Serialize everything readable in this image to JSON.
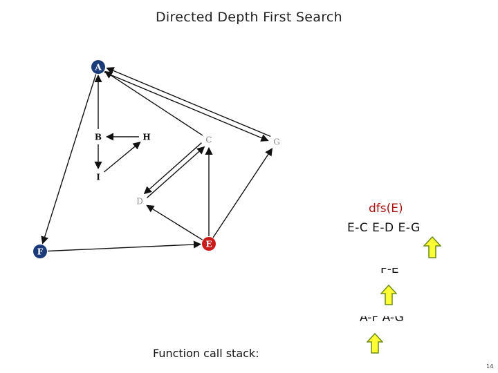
{
  "title": "Directed Depth First Search",
  "nodes": [
    {
      "id": "A",
      "label": "A",
      "state": "finished"
    },
    {
      "id": "B",
      "label": "B",
      "state": "visited"
    },
    {
      "id": "H",
      "label": "H",
      "state": "visited"
    },
    {
      "id": "C",
      "label": "C",
      "state": "unvisited"
    },
    {
      "id": "G",
      "label": "G",
      "state": "unvisited"
    },
    {
      "id": "I",
      "label": "I",
      "state": "visited"
    },
    {
      "id": "D",
      "label": "D",
      "state": "unvisited"
    },
    {
      "id": "E",
      "label": "E",
      "state": "current"
    },
    {
      "id": "F",
      "label": "F",
      "state": "finished"
    }
  ],
  "edges": [
    {
      "from": "A",
      "to": "F"
    },
    {
      "from": "A",
      "to": "G"
    },
    {
      "from": "C",
      "to": "A"
    },
    {
      "from": "G",
      "to": "A"
    },
    {
      "from": "B",
      "to": "A"
    },
    {
      "from": "B",
      "to": "I"
    },
    {
      "from": "H",
      "to": "B"
    },
    {
      "from": "I",
      "to": "H"
    },
    {
      "from": "C",
      "to": "D"
    },
    {
      "from": "D",
      "to": "C"
    },
    {
      "from": "E",
      "to": "C"
    },
    {
      "from": "E",
      "to": "D"
    },
    {
      "from": "E",
      "to": "G"
    },
    {
      "from": "F",
      "to": "E"
    }
  ],
  "colors": {
    "finished": "#1a3a7a",
    "visited": "#ffffff",
    "current": "#c81c1c",
    "unvisited": "#ffffff",
    "edge": "#111111",
    "arrow_fill": "#ffff33",
    "arrow_stroke": "#6a8a1a"
  },
  "stack": {
    "current_call": "dfs(E)",
    "current_edges": "E-C  E-D  E-G",
    "frame_f_edges": "F-E",
    "frame_a_edges": "A-F  A-G",
    "label": "Function call stack:"
  },
  "page_number": "14"
}
